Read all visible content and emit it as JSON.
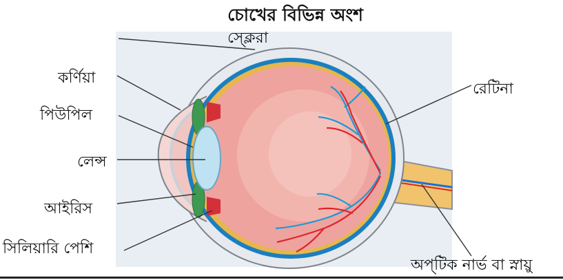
{
  "title": "চোখের বিভিন্ন অংশ",
  "labels": {
    "sclera": "স্ক্লেরা",
    "cornea": "কর্ণিয়া",
    "pupil": "পিউপিল",
    "lens": "লেন্স",
    "iris": "আইরিস",
    "ciliary": "সিলিয়ারি পেশি",
    "retina": "রেটিনা",
    "optic": "অপ্‌টিক নার্ভ বা স্নায়ু"
  },
  "colors": {
    "background_panel": "#e8eef3",
    "sclera": "#e6e9ee",
    "choroid": "#1a7fc0",
    "retina_layer": "#e7b64d",
    "vitreous": "#eea39e",
    "lens": "#bfe2f2",
    "iris": "#3e9a52",
    "ciliary": "#d3303a",
    "vessel_red": "#e0242c",
    "vessel_blue": "#1b9ad6",
    "nerve": "#f1c36c"
  }
}
